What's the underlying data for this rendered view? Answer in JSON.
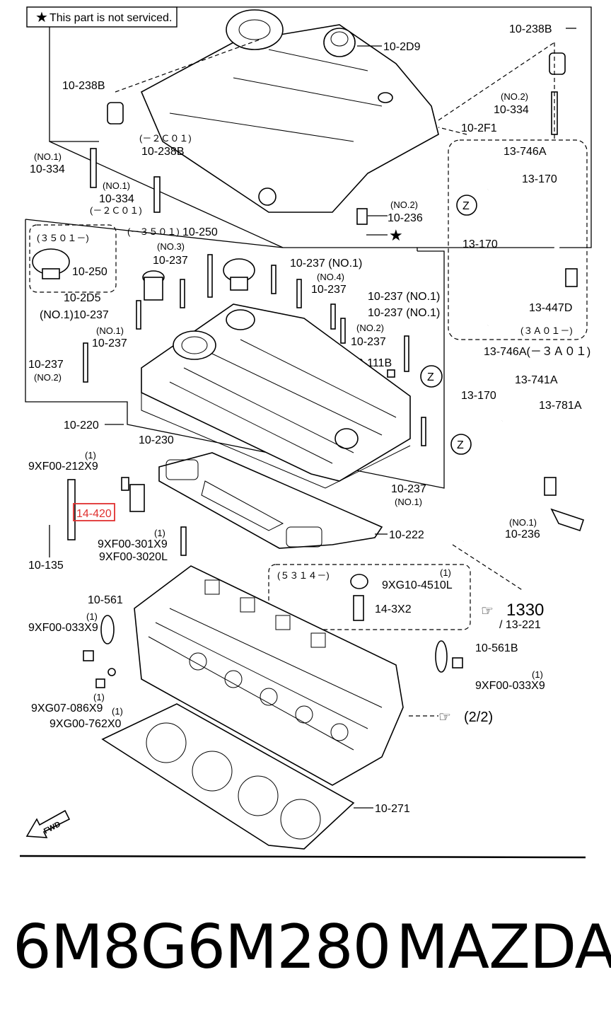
{
  "note": {
    "text": "This part is not serviced."
  },
  "labels": {
    "l_10_2D9": "10-2D9",
    "l_10_238B_top": "10-238B",
    "l_no2_334": "(NO.2)",
    "l_10_334_r": "10-334",
    "l_10_2F1": "10-2F1",
    "l_10_238B_left": "10-238B",
    "l_2c01": "(－２Ｃ０１)",
    "l_10_238B_mid": "10-238B",
    "l_no1_334": "(NO.1)",
    "l_10_334_l": "10-334",
    "l_no1_334b": "(NO.1)",
    "l_10_334_m": "10-334",
    "l_2c01b": "(－２Ｃ０１)",
    "l_no2_236": "(NO.2)",
    "l_10_236": "10-236",
    "l_3501": "(３５０１－)",
    "l_3501b": "(－３５０１)",
    "l_10_250_a": "10-250",
    "l_10_250_b": "10-250",
    "l_no3": "(NO.3)",
    "l_10_237_a": "10-237",
    "l_10_237_b": "10-237 (NO.1)",
    "l_no4": "(NO.4)",
    "l_10_237_c": "10-237",
    "l_10_2D5": "10-2D5",
    "l_no1_237": "(NO.1)10-237",
    "l_10_237_d": "10-237 (NO.1)",
    "l_10_237_e": "10-237 (NO.1)",
    "l_no1b": "(NO.1)",
    "l_10_237_f": "10-237",
    "l_no2c": "(NO.2)",
    "l_10_237_g": "10-237",
    "l_10_237_h": "10-237",
    "l_no2d": "(NO.2)",
    "l_10_111B": "10-111B",
    "l_10_220": "10-220",
    "l_10_230": "10-230",
    "l_10_237_i": "10-237",
    "l_no1e": "(NO.1)",
    "l_one_a": "(1)",
    "l_9xf00_212x9": "9XF00-212X9",
    "l_14_420": "14-420",
    "l_one_b": "(1)",
    "l_9xf00_301x9": "9XF00-301X9",
    "l_9xf00_3020L": "9XF00-3020L",
    "l_10_135": "10-135",
    "l_10_222": "10-222",
    "l_5314": "(５３１４－)",
    "l_one_c": "(1)",
    "l_9xg10": "9XG10-4510L",
    "l_14_3x2": "14-3X2",
    "l_1330": "1330",
    "l_13_221": "/ 13-221",
    "l_10_561": "10-561",
    "l_one_d": "(1)",
    "l_9xf00_033x9_l": "9XF00-033X9",
    "l_10_561B": "10-561B",
    "l_one_e": "(1)",
    "l_9xf00_033x9_r": "9XF00-033X9",
    "l_one_f": "(1)",
    "l_9xg07": "9XG07-086X9",
    "l_one_g": "(1)",
    "l_9xg00": "9XG00-762X0",
    "l_22": "(2/2)",
    "l_10_271": "10-271",
    "l_13_746A": "13-746A",
    "l_13_170_a": "13-170",
    "l_13_170_b": "13-170",
    "l_13_447D": "13-447D",
    "l_3a01": "(３Ａ０１－)",
    "l_13_746A_b": "13-746A(－３Ａ０１)",
    "l_13_170_c": "13-170",
    "l_13_741A": "13-741A",
    "l_13_781A": "13-781A",
    "l_no1_236": "(NO.1)",
    "l_10_236b": "10-236",
    "l_z": "Z",
    "l_fwd": "FWD"
  },
  "footer": {
    "part_number": "6M8G6M280",
    "brand": "MAZDA"
  },
  "colors": {
    "highlight": "#e0302f",
    "ink": "#000000"
  },
  "icons": {
    "star": "star-icon",
    "pointer": "pointing-hand-icon",
    "fwd": "fwd-arrow-icon"
  }
}
